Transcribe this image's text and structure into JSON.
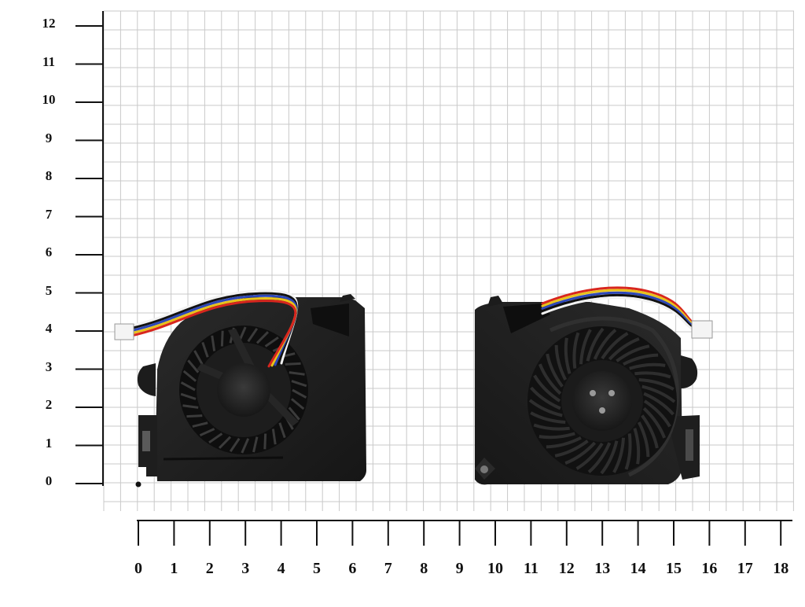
{
  "ruler": {
    "y_labels": [
      "0",
      "1",
      "2",
      "3",
      "4",
      "5",
      "6",
      "7",
      "8",
      "9",
      "10",
      "11",
      "12"
    ],
    "x_labels": [
      "0",
      "1",
      "2",
      "3",
      "4",
      "5",
      "6",
      "7",
      "8",
      "9",
      "10",
      "11",
      "12",
      "13",
      "14",
      "15",
      "16",
      "17",
      "18"
    ]
  },
  "photo": {
    "items": [
      "left-fan-back-view",
      "right-fan-impeller-view"
    ],
    "wire_colors": {
      "red": "#d8261e",
      "yellow": "#e8c21a",
      "blue": "#2d47b8",
      "black": "#111111",
      "white": "#f2f2f2"
    },
    "fan_body_color": "#1f1f1f",
    "grid_color": "#c9c9c9"
  }
}
